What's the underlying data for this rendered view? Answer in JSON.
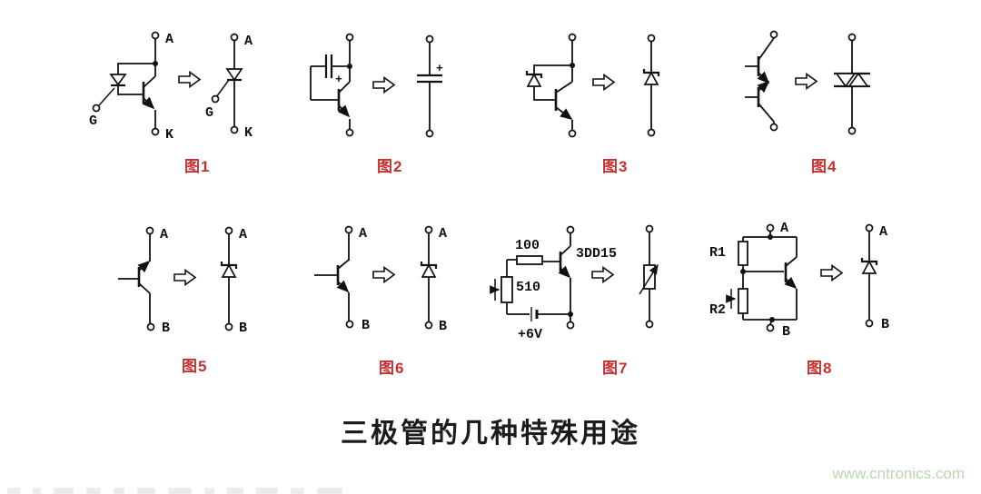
{
  "title": "三极管的几种特殊用途",
  "watermark": "www.cntronics.com",
  "figures": [
    {
      "label": "图1",
      "left_icon": "transistor-with-gate-diode-circuit",
      "right_icon": "thyristor-scr-symbol",
      "terminals": {
        "a": "A",
        "g": "G",
        "k": "K"
      }
    },
    {
      "label": "图2",
      "left_icon": "transistor-with-capacitor-circuit",
      "right_icon": "polarized-capacitor-symbol",
      "plus": "+"
    },
    {
      "label": "图3",
      "left_icon": "transistor-with-zener-circuit",
      "right_icon": "zener-diode-symbol"
    },
    {
      "label": "图4",
      "left_icon": "two-transistor-stack-circuit",
      "right_icon": "diac-symbol"
    },
    {
      "label": "图5",
      "left_icon": "open-base-transistor-circuit",
      "right_icon": "zener-diode-symbol",
      "terminals": {
        "a": "A",
        "b": "B"
      }
    },
    {
      "label": "图6",
      "left_icon": "open-base-transistor-circuit",
      "right_icon": "zener-diode-symbol",
      "terminals": {
        "a": "A",
        "b": "B"
      }
    },
    {
      "label": "图7",
      "left_icon": "biased-transistor-rheostat-circuit",
      "right_icon": "variable-resistor-symbol",
      "components": {
        "r_base": "100",
        "r_pot": "510",
        "battery": "+6V",
        "transistor": "3DD15"
      }
    },
    {
      "label": "图8",
      "left_icon": "resistor-divider-transistor-circuit",
      "right_icon": "zener-diode-symbol",
      "terminals": {
        "a": "A",
        "b": "B"
      },
      "components": {
        "r1": "R1",
        "r2": "R2"
      }
    }
  ]
}
